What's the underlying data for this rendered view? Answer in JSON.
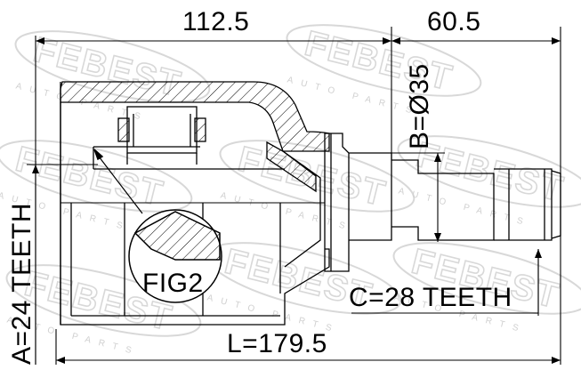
{
  "diagram": {
    "dim_top_inner": "112.5",
    "dim_top_shaft": "60.5",
    "diameter_label": "B=Ø35",
    "housing_teeth_label": "A=24 TEETH",
    "shaft_teeth_label": "C=28 TEETH",
    "total_length_label": "L=179.5",
    "detail_label": "FIG2"
  },
  "watermark": {
    "brand": "FEBEST",
    "subtitle": "AUTO PARTS",
    "color": "#d8d8d8"
  },
  "colors": {
    "line": "#000000",
    "background": "#ffffff"
  }
}
